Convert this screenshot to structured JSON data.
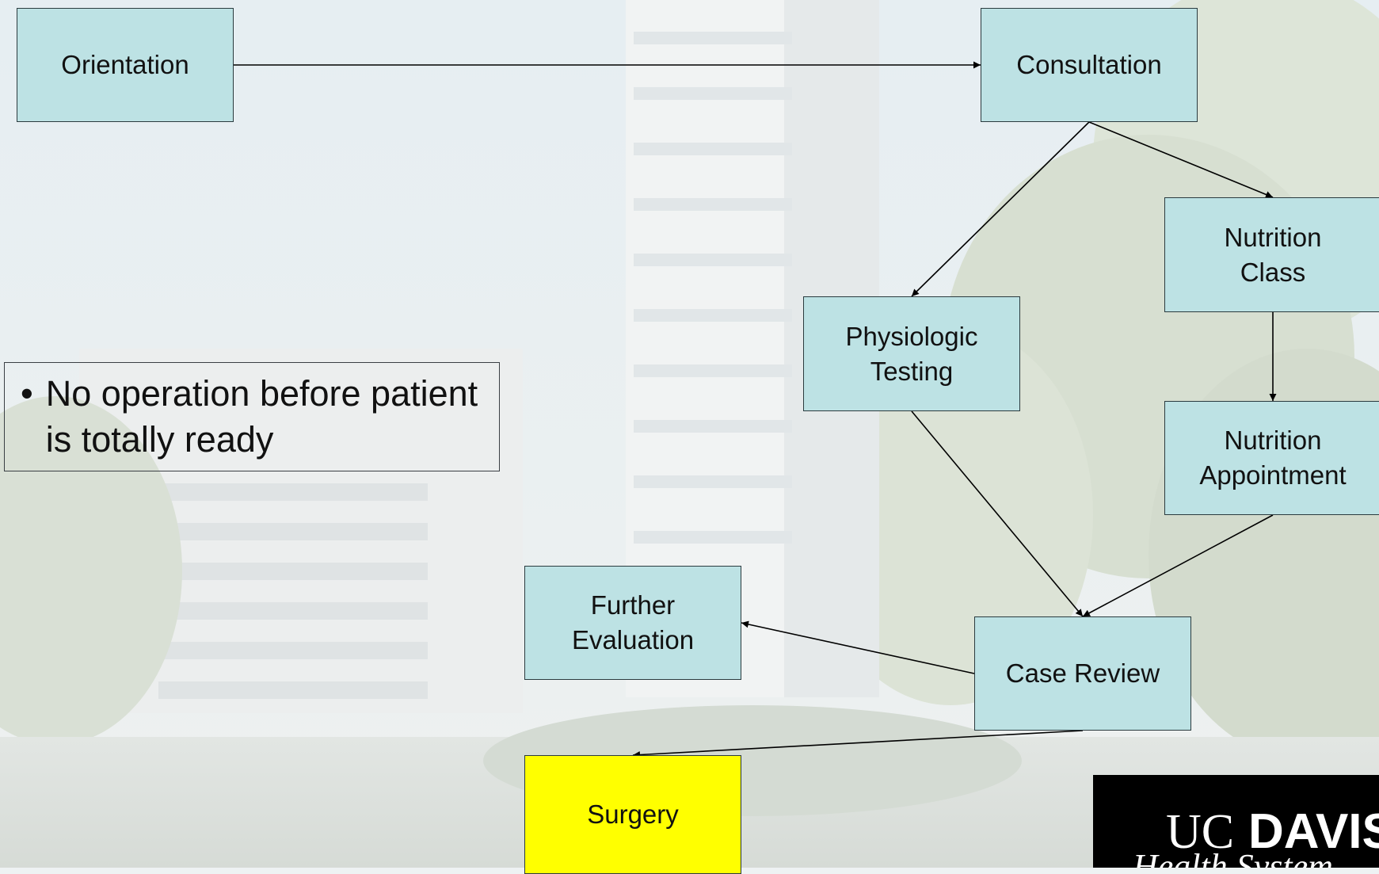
{
  "colors": {
    "node_fill": "#bde2e4",
    "surgery_fill": "#ffff00",
    "edge": "#000000",
    "logo_bg": "#000000",
    "logo_text": "#ffffff"
  },
  "nodes": {
    "orientation": "Orientation",
    "consultation": "Consultation",
    "nutrition_class": "Nutrition\nClass",
    "physiologic_testing": "Physiologic\nTesting",
    "nutrition_appointment": "Nutrition\nAppointment",
    "further_evaluation": "Further\nEvaluation",
    "case_review": "Case Review",
    "surgery": "Surgery"
  },
  "edges": [
    {
      "from": "orientation",
      "to": "consultation"
    },
    {
      "from": "consultation",
      "to": "physiologic_testing"
    },
    {
      "from": "consultation",
      "to": "nutrition_class"
    },
    {
      "from": "nutrition_class",
      "to": "nutrition_appointment"
    },
    {
      "from": "physiologic_testing",
      "to": "case_review"
    },
    {
      "from": "nutrition_appointment",
      "to": "case_review"
    },
    {
      "from": "case_review",
      "to": "further_evaluation"
    },
    {
      "from": "case_review",
      "to": "surgery"
    }
  ],
  "callout": {
    "bullet": "•",
    "text": "No operation before patient is totally ready"
  },
  "logo": {
    "uc": "UC",
    "davis": "DAVIS",
    "subtitle": "Health System"
  }
}
